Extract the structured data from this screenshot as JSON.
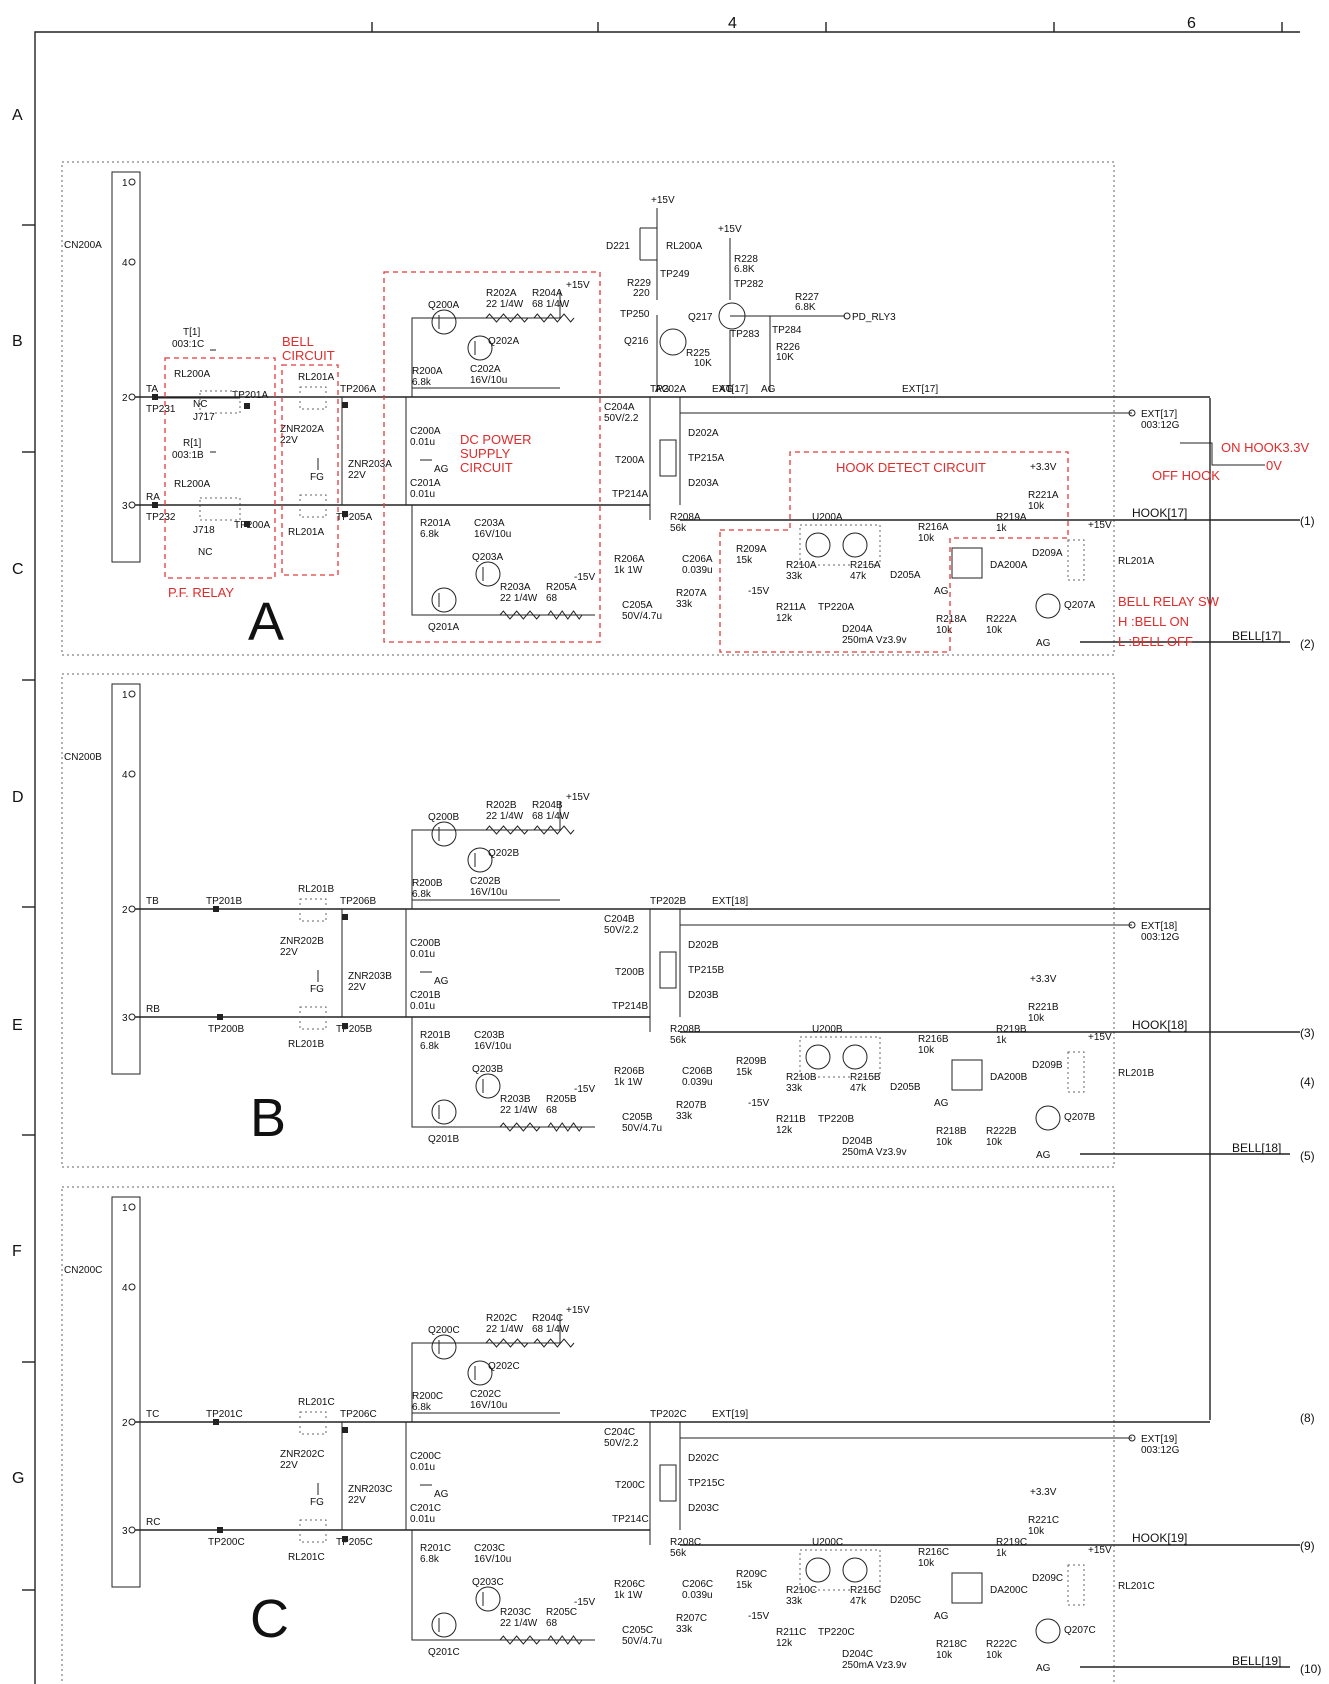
{
  "frame": {
    "column_numbers": [
      "4",
      "6"
    ],
    "row_letters": [
      "A",
      "B",
      "C",
      "D",
      "E",
      "F",
      "G"
    ]
  },
  "notes": {
    "on_hook": "ON HOOK3.3V",
    "off_hook": "OFF HOOK",
    "zero_v": "0V",
    "bell_relay_sw": "BELL RELAY SW",
    "bell_on": "H  :BELL ON",
    "bell_off": "L  :BELL OFF"
  },
  "blocks": [
    {
      "id": "A",
      "letter": "A",
      "connector": "CN200A",
      "pins": [
        "1",
        "4",
        "2",
        "3"
      ],
      "line_t": "TA",
      "line_r": "RA",
      "tp_t": "TP231",
      "tp_r": "TP232",
      "bell_circuit": "BELL\nCIRCUIT",
      "pf_relay": "P.F. RELAY",
      "dc_power": "DC POWER\nSUPPLY\nCIRCUIT",
      "hook_detect": "HOOK DETECT CIRCUIT",
      "relay_header": "RL201A",
      "relay_footer": "RL201A",
      "znr_a": "ZNR202A\n22V",
      "znr_b": "ZNR203A\n22V",
      "tp_top": "TP206A",
      "tp_bot": "TP205A",
      "c200": "C200A\n0.01u",
      "c201": "C201A\n0.01u",
      "q200": "Q200A",
      "q202": "Q202A",
      "q201": "Q201A",
      "q203": "Q203A",
      "r202": "R202A\n22 1/4W",
      "r204": "R204A\n68 1/4W",
      "r200": "R200A\n6.8k",
      "c202": "C202A\n16V/10u",
      "r201": "R201A\n6.8k",
      "c203": "C203A\n16V/10u",
      "r203": "R203A\n22 1/4W",
      "r205": "R205A\n68",
      "c204": "C204A\n50V/2.2",
      "tp202": "TP202A",
      "t200": "T200A",
      "d202": "D202A",
      "d203": "D203A",
      "tp215": "TP215A",
      "tp214": "TP214A",
      "r206": "R206A\n1k 1W",
      "r207": "R207A\n33k",
      "c205": "C205A\n50V/4.7u",
      "r208": "R208A\n56k",
      "c206": "C206A\n0.039u",
      "r209": "R209A\n15k",
      "r210": "R210A\n33k",
      "r215": "R215A\n47k",
      "u200": "U200A",
      "d205": "D205A",
      "r211": "R211A\n12k",
      "tp220": "TP220A",
      "d204": "D204A\n250mA Vz3.9v",
      "r216": "R216A\n10k",
      "r219": "R219A\n1k",
      "r221": "R221A\n10k",
      "da200": "DA200A",
      "d209": "D209A",
      "rl_right": "RL201A",
      "q207": "Q207A",
      "r218": "R218A\n10k",
      "r222": "R222A\n10k",
      "ext": "EXT[17]",
      "ext_ref": "EXT[17]\n003:12G",
      "hook": "HOOK[17]",
      "bell": "BELL[17]",
      "out_hook": "(1)",
      "out_bell": "(2)",
      "v_plus15": "+15V",
      "v_minus15": "-15V",
      "v_33": "+3.3V",
      "fg": "FG",
      "ag": "AG"
    },
    {
      "id": "B",
      "letter": "B",
      "connector": "CN200B",
      "pins": [
        "1",
        "4",
        "2",
        "3"
      ],
      "line_t": "TB",
      "line_r": "RB",
      "tp_t": "TP201B",
      "tp_r": "TP200B",
      "relay_header": "RL201B",
      "relay_footer": "RL201B",
      "znr_a": "ZNR202B\n22V",
      "znr_b": "ZNR203B\n22V",
      "tp_top": "TP206B",
      "tp_bot": "TP205B",
      "c200": "C200B\n0.01u",
      "c201": "C201B\n0.01u",
      "q200": "Q200B",
      "q202": "Q202B",
      "q201": "Q201B",
      "q203": "Q203B",
      "r202": "R202B\n22 1/4W",
      "r204": "R204B\n68 1/4W",
      "r200": "R200B\n6.8k",
      "c202": "C202B\n16V/10u",
      "r201": "R201B\n6.8k",
      "c203": "C203B\n16V/10u",
      "r203": "R203B\n22 1/4W",
      "r205": "R205B\n68",
      "c204": "C204B\n50V/2.2",
      "tp202": "TP202B",
      "t200": "T200B",
      "d202": "D202B",
      "d203": "D203B",
      "tp215": "TP215B",
      "tp214": "TP214B",
      "r206": "R206B\n1k 1W",
      "r207": "R207B\n33k",
      "c205": "C205B\n50V/4.7u",
      "r208": "R208B\n56k",
      "c206": "C206B\n0.039u",
      "r209": "R209B\n15k",
      "r210": "R210B\n33k",
      "r215": "R215B\n47k",
      "u200": "U200B",
      "d205": "D205B",
      "r211": "R211B\n12k",
      "tp220": "TP220B",
      "d204": "D204B\n250mA Vz3.9v",
      "r216": "R216B\n10k",
      "r219": "R219B\n1k",
      "r221": "R221B\n10k",
      "da200": "DA200B",
      "d209": "D209B",
      "rl_right": "RL201B",
      "q207": "Q207B",
      "r218": "R218B\n10k",
      "r222": "R222B\n10k",
      "ext": "EXT[18]",
      "ext_ref": "EXT[18]\n003:12G",
      "hook": "HOOK[18]",
      "bell": "BELL[18]",
      "out_hook": "(3)",
      "out_mid": "(4)",
      "out_bell": "(5)",
      "v_plus15": "+15V",
      "v_minus15": "-15V",
      "v_33": "+3.3V",
      "fg": "FG",
      "ag": "AG"
    },
    {
      "id": "C",
      "letter": "C",
      "connector": "CN200C",
      "pins": [
        "1",
        "4",
        "2",
        "3"
      ],
      "line_t": "TC",
      "line_r": "RC",
      "tp_t": "TP201C",
      "tp_r": "TP200C",
      "relay_header": "RL201C",
      "relay_footer": "RL201C",
      "znr_a": "ZNR202C\n22V",
      "znr_b": "ZNR203C\n22V",
      "tp_top": "TP206C",
      "tp_bot": "TP205C",
      "c200": "C200C\n0.01u",
      "c201": "C201C\n0.01u",
      "q200": "Q200C",
      "q202": "Q202C",
      "q201": "Q201C",
      "q203": "Q203C",
      "r202": "R202C\n22 1/4W",
      "r204": "R204C\n68 1/4W",
      "r200": "R200C\n6.8k",
      "c202": "C202C\n16V/10u",
      "r201": "R201C\n6.8k",
      "c203": "C203C\n16V/10u",
      "r203": "R203C\n22 1/4W",
      "r205": "R205C\n68",
      "c204": "C204C\n50V/2.2",
      "tp202": "TP202C",
      "t200": "T200C",
      "d202": "D202C",
      "d203": "D203C",
      "tp215": "TP215C",
      "tp214": "TP214C",
      "r206": "R206C\n1k 1W",
      "r207": "R207C\n33k",
      "c205": "C205C\n50V/4.7u",
      "r208": "R208C\n56k",
      "c206": "C206C\n0.039u",
      "r209": "R209C\n15k",
      "r210": "R210C\n33k",
      "r215": "R215C\n47k",
      "u200": "U200C",
      "d205": "D205C",
      "r211": "R211C\n12k",
      "tp220": "TP220C",
      "d204": "D204C\n250mA Vz3.9v",
      "r216": "R216C\n10k",
      "r219": "R219C\n1k",
      "r221": "R221C\n10k",
      "da200": "DA200C",
      "d209": "D209C",
      "rl_right": "RL201C",
      "q207": "Q207C",
      "r218": "R218C\n10k",
      "r222": "R222C\n10k",
      "ext": "EXT[19]",
      "ext_ref": "EXT[19]\n003:12G",
      "hook": "HOOK[19]",
      "bell": "BELL[19]",
      "out_top": "(8)",
      "out_hook": "(9)",
      "out_bell": "(10)",
      "v_plus15": "+15V",
      "v_minus15": "-15V",
      "v_33": "+3.3V",
      "fg": "FG",
      "ag": "AG"
    }
  ],
  "block_a_extra": {
    "t1": "T[1]\n003:1C",
    "r1": "R[1]\n003:1B",
    "rl200_top": "RL200A",
    "rl200_bot": "RL200A",
    "j717": "J717",
    "j718": "J718",
    "nc": "NC",
    "tp201": "TP201A",
    "tp200": "TP200A",
    "d221": "D221",
    "rl200_coil": "RL200A",
    "tp249": "TP249",
    "r229": "R229\n220",
    "tp250": "TP250",
    "q216": "Q216",
    "r225": "R225\n10K",
    "r228": "R228\n6.8K",
    "tp282": "TP282",
    "q217": "Q217",
    "tp283": "TP283",
    "r226": "R226\n10K",
    "r227": "R227\n6.8K",
    "tp284": "TP284",
    "pd_rly3": "PD_RLY3",
    "p15": "+15V"
  }
}
